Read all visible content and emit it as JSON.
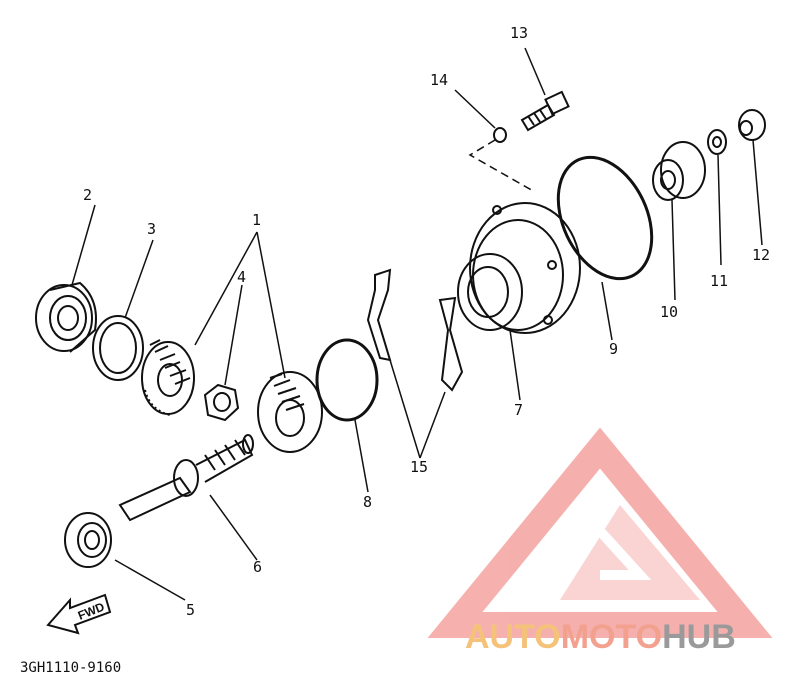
{
  "callouts": [
    "1",
    "2",
    "3",
    "4",
    "5",
    "6",
    "7",
    "8",
    "9",
    "10",
    "11",
    "12",
    "13",
    "14",
    "15"
  ],
  "fwd_label": "FWD",
  "drawing_code": "3GH1110-9160",
  "watermark": {
    "part1": "AUTO",
    "part2": "MOTO",
    "part3": "HUB",
    "colors": {
      "auto": "#f5c27a",
      "moto": "#f2a18f",
      "hub": "#9a9a9a",
      "logo": "#f4a3a0"
    }
  }
}
